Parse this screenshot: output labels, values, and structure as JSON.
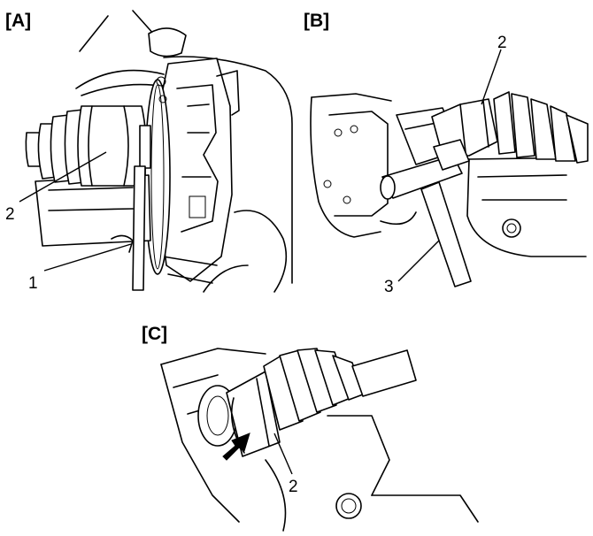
{
  "panels": {
    "a": {
      "label": "[A]",
      "callouts": {
        "driveshaft": "2",
        "tool": "1"
      }
    },
    "b": {
      "label": "[B]",
      "callouts": {
        "driveshaft": "2",
        "tool": "3"
      }
    },
    "c": {
      "label": "[C]",
      "callouts": {
        "driveshaft": "2"
      }
    }
  }
}
